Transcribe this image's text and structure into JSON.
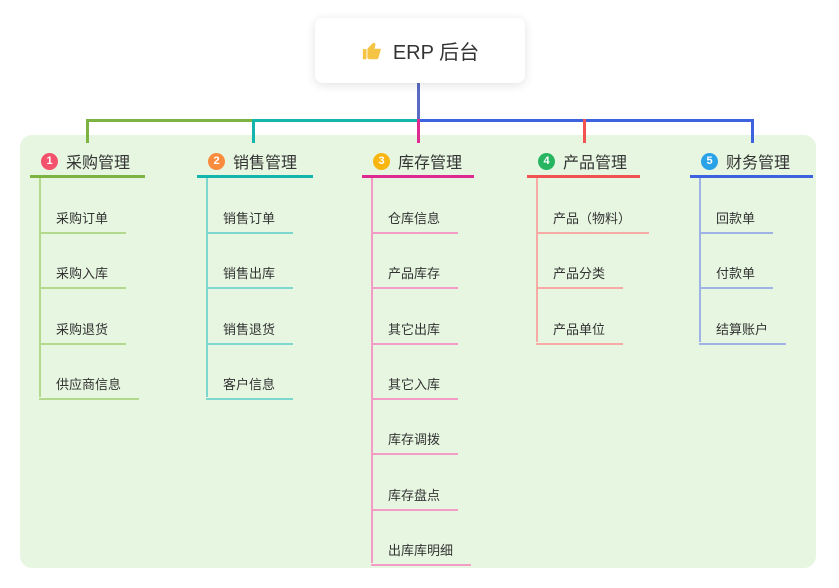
{
  "root": {
    "title": "ERP 后台",
    "icon": "thumbs-up"
  },
  "colors": {
    "canvas_bg": "#ffffff",
    "panel_bg": "#e7f6e1",
    "root_line": "#5a6bc5",
    "text": "#333333"
  },
  "branches": [
    {
      "num": "1",
      "label": "采购管理",
      "color": "#7cb342",
      "light_color": "#b3da8c",
      "badge_color": "#f4516c",
      "children": [
        "采购订单",
        "采购入库",
        "采购退货",
        "供应商信息"
      ]
    },
    {
      "num": "2",
      "label": "销售管理",
      "color": "#13b5ac",
      "light_color": "#7ed7cf",
      "badge_color": "#fa8c3d",
      "children": [
        "销售订单",
        "销售出库",
        "销售退货",
        "客户信息"
      ]
    },
    {
      "num": "3",
      "label": "库存管理",
      "color": "#de2b92",
      "light_color": "#f29cc6",
      "badge_color": "#f9b511",
      "children": [
        "仓库信息",
        "产品库存",
        "其它出库",
        "其它入库",
        "库存调拨",
        "库存盘点",
        "出库库明细"
      ]
    },
    {
      "num": "4",
      "label": "产品管理",
      "color": "#f15352",
      "light_color": "#f8aaa4",
      "badge_color": "#27b561",
      "children": [
        "产品（物料）",
        "产品分类",
        "产品单位"
      ]
    },
    {
      "num": "5",
      "label": "财务管理",
      "color": "#3c62df",
      "light_color": "#9fb2e6",
      "badge_color": "#2aa2e8",
      "children": [
        "回款单",
        "付款单",
        "结算账户"
      ]
    }
  ]
}
